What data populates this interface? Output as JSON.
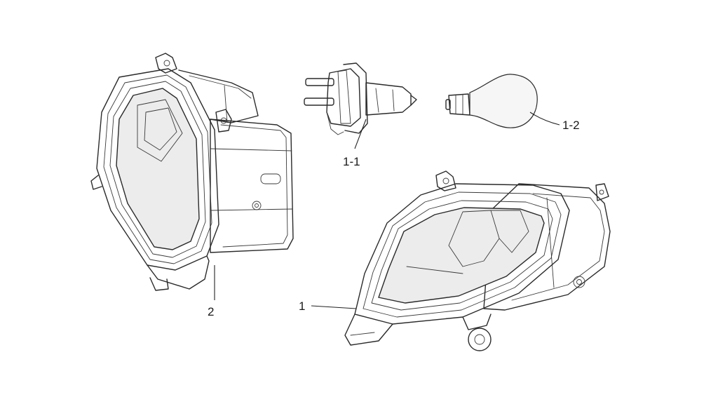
{
  "labels": {
    "part_1": "1",
    "part_1_1": "1-1",
    "part_1_2": "1-2",
    "part_2": "2"
  }
}
